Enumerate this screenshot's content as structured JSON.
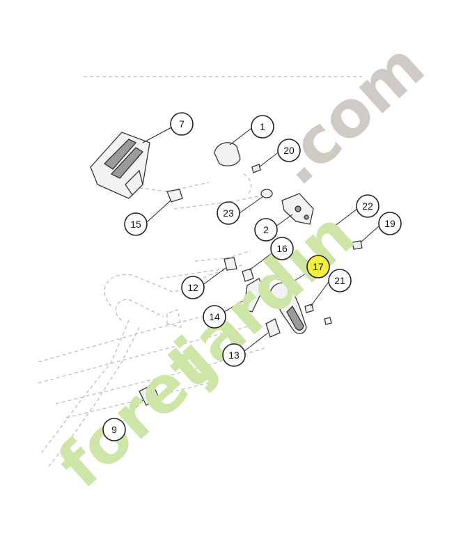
{
  "watermark": {
    "part1": "foret",
    "part2": "jardin",
    "part3": ".com",
    "color_green": "#cde6a8",
    "color_orange": "#f4c48c",
    "color_grey": "#cfcbc4"
  },
  "callouts": [
    {
      "id": "1",
      "label": "1"
    },
    {
      "id": "2",
      "label": "2"
    },
    {
      "id": "7",
      "label": "7"
    },
    {
      "id": "9",
      "label": "9"
    },
    {
      "id": "12",
      "label": "12"
    },
    {
      "id": "13",
      "label": "13"
    },
    {
      "id": "14",
      "label": "14"
    },
    {
      "id": "15",
      "label": "15"
    },
    {
      "id": "16",
      "label": "16"
    },
    {
      "id": "17",
      "label": "17",
      "highlighted": true
    },
    {
      "id": "19",
      "label": "19"
    },
    {
      "id": "20",
      "label": "20"
    },
    {
      "id": "21",
      "label": "21"
    },
    {
      "id": "22",
      "label": "22"
    },
    {
      "id": "23",
      "label": "23"
    }
  ],
  "colors": {
    "highlight": "#f3ef3a",
    "line": "#222222",
    "ghost": "#b8b8b8"
  }
}
